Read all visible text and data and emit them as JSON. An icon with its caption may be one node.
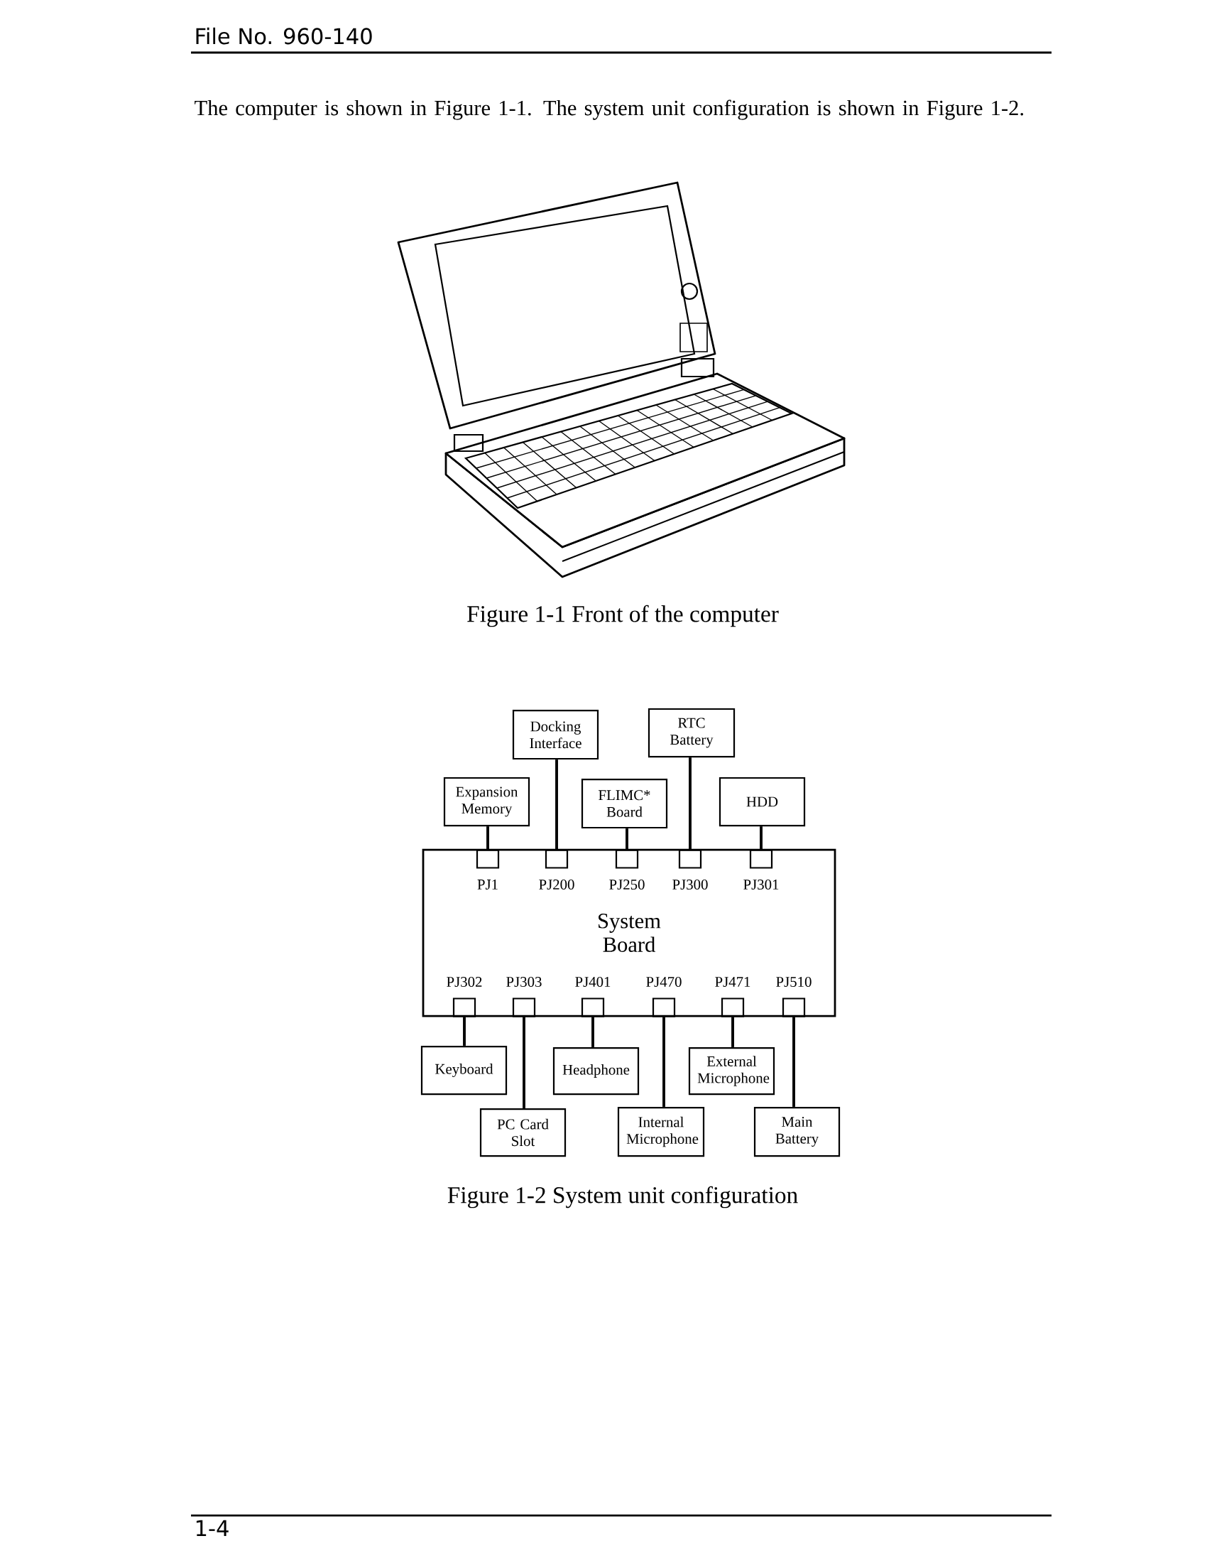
{
  "diagram": {
    "nodes": [
      {
        "text": [
          "Docking Interface"
        ]
      },
      {
        "text": [
          "RTC Battery"
        ]
      },
      {
        "text": [
          "Expansion Memory"
        ]
      },
      {
        "text": [
          "FLIMC* Board"
        ]
      },
      {
        "text": [
          "HDD"
        ]
      },
      {
        "text": [
          "System Board"
        ]
      },
      {
        "text": [
          "PJ1"
        ],
        "in": 5
      },
      {
        "text": [
          "PJ200"
        ],
        "in": 5
      },
      {
        "text": [
          "PJ250"
        ],
        "in": 5
      },
      {
        "text": [
          "PJ300"
        ],
        "in": 5
      },
      {
        "text": [
          "PJ301"
        ],
        "in": 5
      },
      {
        "text": [
          "PJ302"
        ],
        "in": 5
      },
      {
        "text": [
          "PJ303"
        ],
        "in": 5
      },
      {
        "text": [
          "PJ401"
        ],
        "in": 5
      },
      {
        "text": [
          "PJ470"
        ],
        "in": 5
      },
      {
        "text": [
          "PJ471"
        ],
        "in": 5
      },
      {
        "text": [
          "PJ510"
        ],
        "in": 5
      },
      {
        "text": [
          "Keyboard"
        ]
      },
      {
        "text": [
          "Headphone"
        ]
      },
      {
        "text": [
          "External Microphone"
        ]
      },
      {
        "text": [
          "PC Card Slot"
        ]
      },
      {
        "text": [
          "Internal Microphone"
        ]
      },
      {
        "text": [
          "Main Battery"
        ]
      }
    ],
    "edges": [
      {
        "from": 2,
        "to": 6,
        "arrow": "none"
      },
      {
        "from": 0,
        "to": 7,
        "arrow": "none"
      },
      {
        "from": 3,
        "to": 8,
        "arrow": "none"
      },
      {
        "from": 1,
        "to": 9,
        "arrow": "none"
      },
      {
        "from": 4,
        "to": 10,
        "arrow": "none"
      },
      {
        "from": 17,
        "to": 11,
        "arrow": "none"
      },
      {
        "from": 20,
        "to": 12,
        "arrow": "none"
      },
      {
        "from": 18,
        "to": 13,
        "arrow": "none"
      },
      {
        "from": 21,
        "to": 14,
        "arrow": "none"
      },
      {
        "from": 19,
        "to": 15,
        "arrow": "none"
      },
      {
        "from": 22,
        "to": 16,
        "arrow": "none"
      }
    ],
    "labels": [
      "File No. 960-140",
      "The computer is shown in Figure 1-1. The system unit configuration is shown in Figure 1-2.",
      "Figure 1-1 Front of the computer",
      "Figure 1-2 System unit configuration",
      "1-4"
    ]
  }
}
